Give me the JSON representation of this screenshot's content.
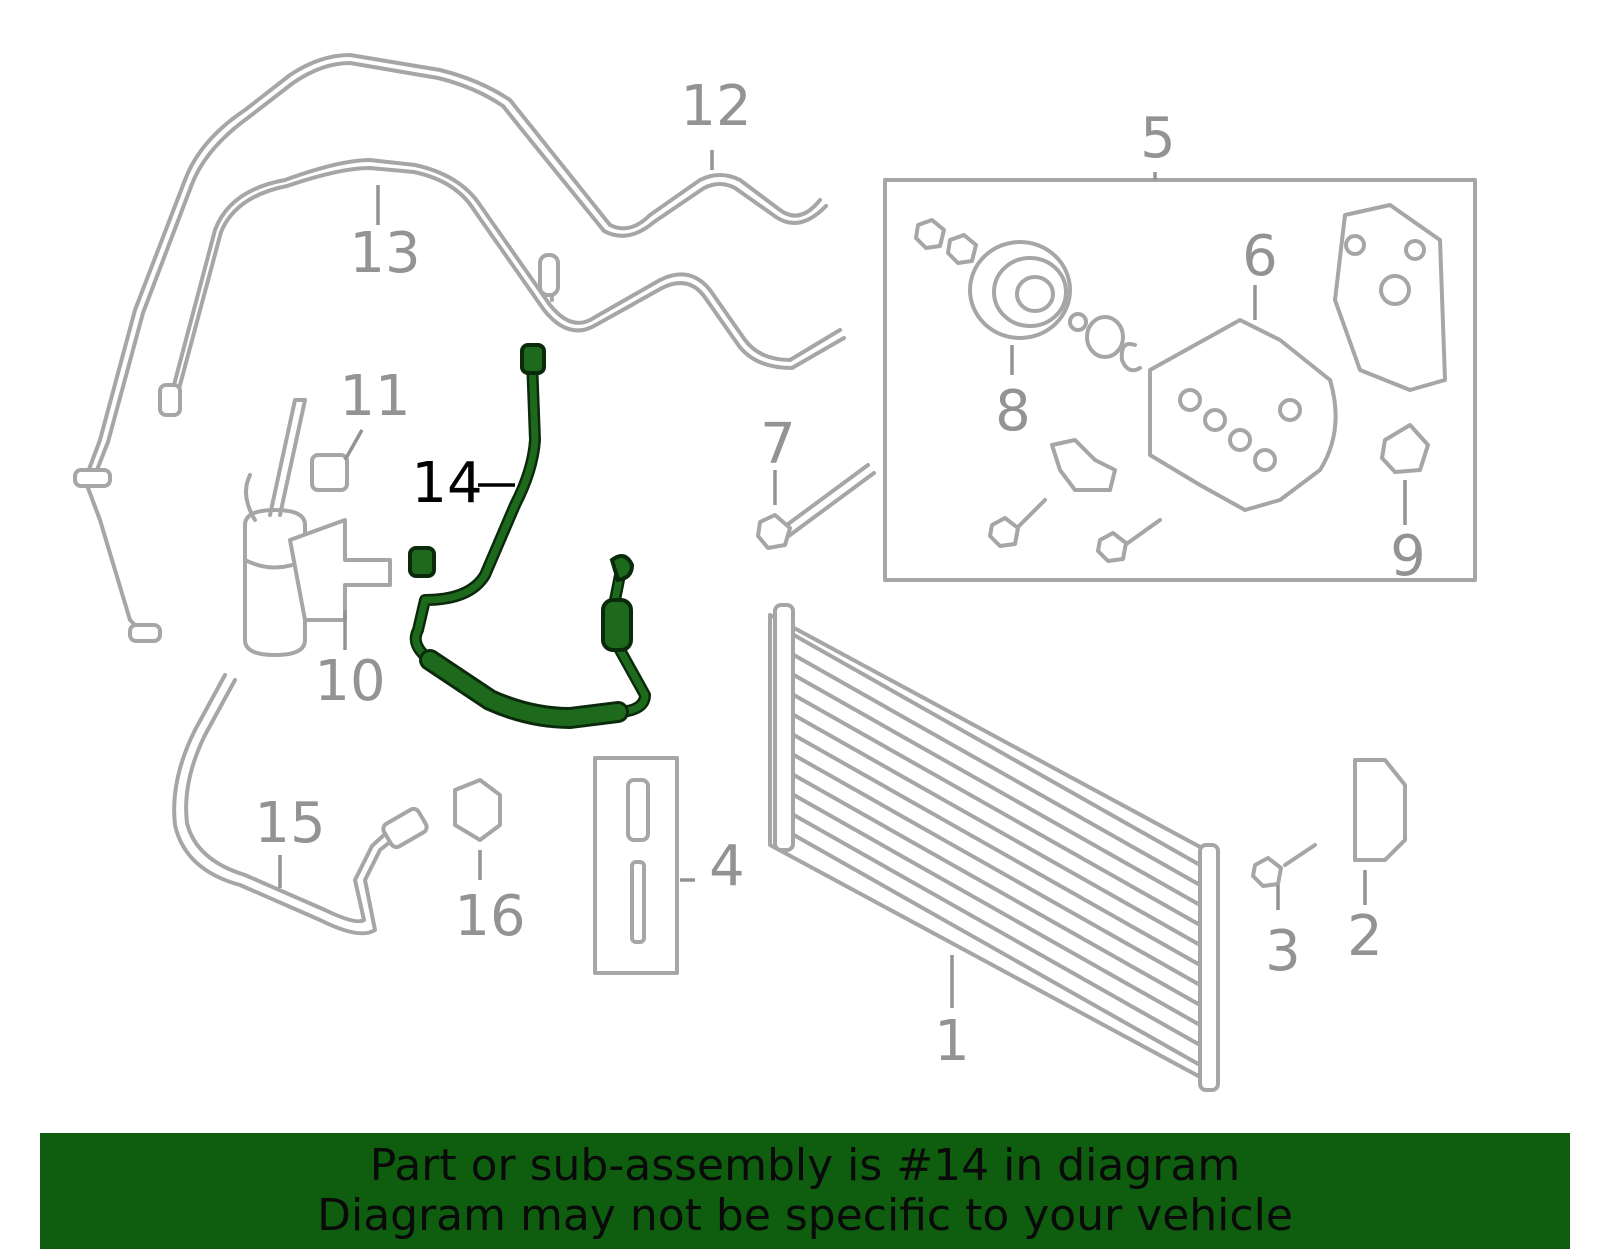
{
  "diagram": {
    "highlight_color": "#1d6a1d",
    "part_color": "#a6a6a6",
    "label_color": "#939393",
    "callouts": [
      {
        "id": "1",
        "text": "1"
      },
      {
        "id": "2",
        "text": "2"
      },
      {
        "id": "3",
        "text": "3"
      },
      {
        "id": "4",
        "text": "4"
      },
      {
        "id": "5",
        "text": "5"
      },
      {
        "id": "6",
        "text": "6"
      },
      {
        "id": "7",
        "text": "7"
      },
      {
        "id": "8",
        "text": "8"
      },
      {
        "id": "9",
        "text": "9"
      },
      {
        "id": "10",
        "text": "10"
      },
      {
        "id": "11",
        "text": "11"
      },
      {
        "id": "12",
        "text": "12"
      },
      {
        "id": "13",
        "text": "13"
      },
      {
        "id": "14",
        "text": "14"
      },
      {
        "id": "15",
        "text": "15"
      },
      {
        "id": "16",
        "text": "16"
      }
    ]
  },
  "banner": {
    "background": "#0f5e0f",
    "line1": "Part or sub-assembly is #14 in diagram",
    "line2": "Diagram may not be specific to your vehicle"
  }
}
